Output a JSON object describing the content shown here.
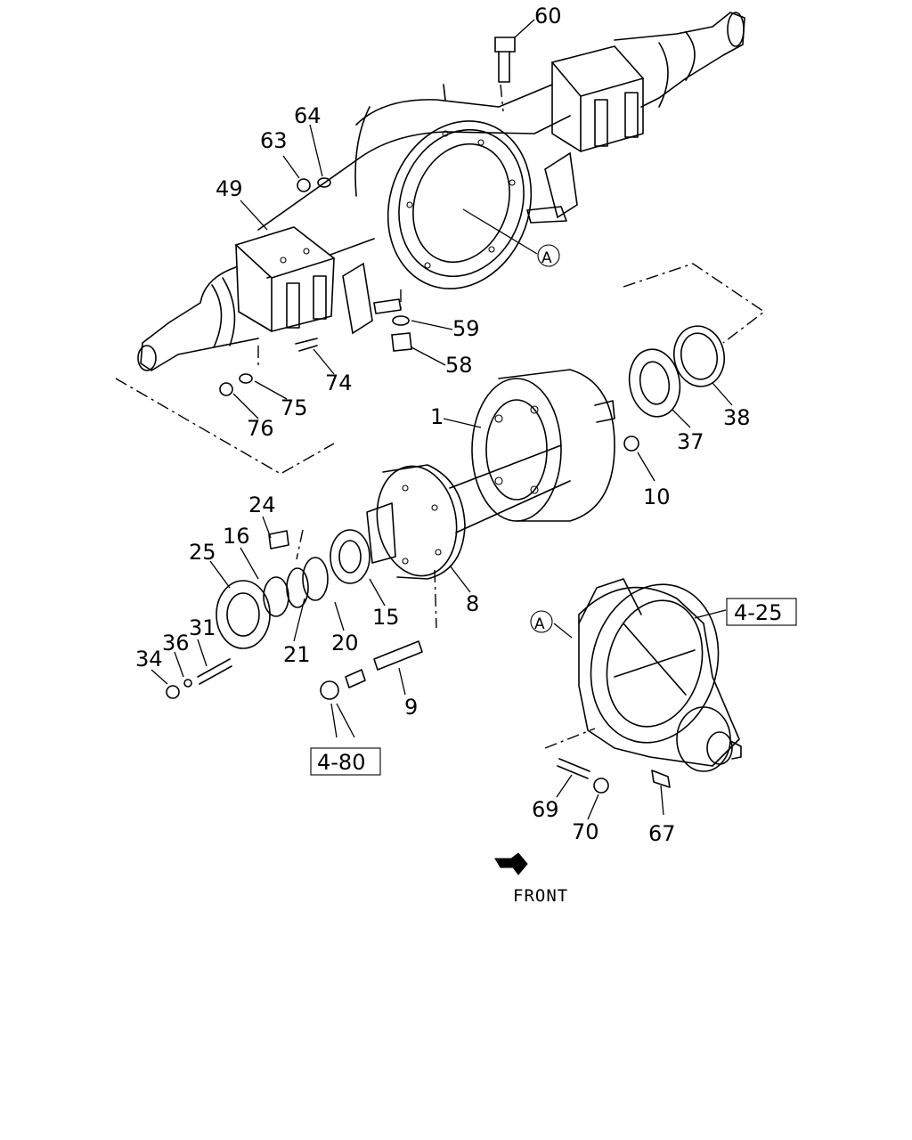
{
  "callouts": {
    "c60": "60",
    "c64": "64",
    "c63": "63",
    "c49": "49",
    "cA1": "A",
    "c59": "59",
    "c58": "58",
    "c74": "74",
    "c75": "75",
    "c76": "76",
    "c1": "1",
    "c37": "37",
    "c38": "38",
    "c10": "10",
    "c24": "24",
    "c16": "16",
    "c25": "25",
    "c8": "8",
    "c15": "15",
    "c20": "20",
    "c21": "21",
    "c31": "31",
    "c36": "36",
    "c34": "34",
    "c9": "9",
    "cA2": "A",
    "c69": "69",
    "c70": "70",
    "c67": "67"
  },
  "references": {
    "ref_4_25": "4-25",
    "ref_4_80": "4-80"
  },
  "front_label": "FRONT"
}
